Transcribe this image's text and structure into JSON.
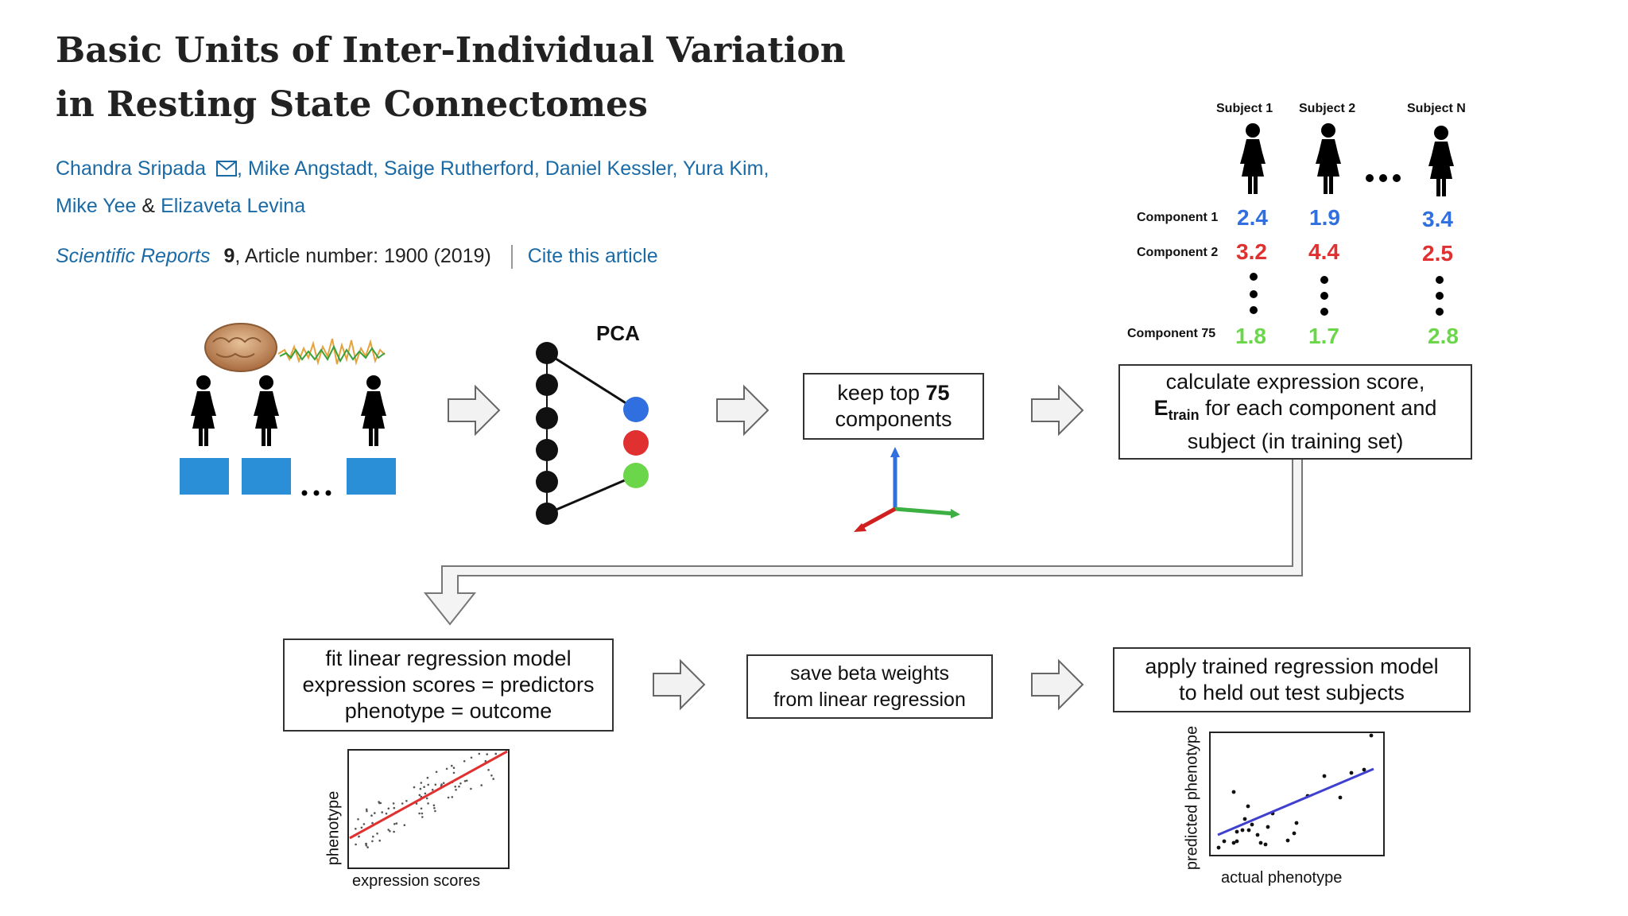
{
  "paper": {
    "title_line1": "Basic Units of Inter-Individual Variation",
    "title_line2": "in Resting State Connectomes",
    "authors": [
      "Chandra Sripada",
      "Mike Angstadt",
      "Saige Rutherford",
      "Daniel Kessler",
      "Yura Kim",
      "Mike Yee",
      "Elizaveta Levina"
    ],
    "author_sep": ",",
    "amp": "&",
    "journal": "Scientific Reports",
    "volume": "9",
    "article_number": ", Article number: 1900 (2019)",
    "cite_label": "Cite this article"
  },
  "pipeline": {
    "pca_label": "PCA",
    "ellipsis": "...",
    "keep_top_pre": "keep top ",
    "keep_top_num": "75",
    "keep_top_post": "components",
    "calc_line1": "calculate expression score,",
    "calc_E": "E",
    "calc_sub": "train",
    "calc_line2_rest": " for each component and",
    "calc_line3": "subject (in training set)",
    "fit_line1": "fit linear regression model",
    "fit_line2": "expression scores = predictors",
    "fit_line3": "phenotype = outcome",
    "save_line1": "save beta weights",
    "save_line2": "from linear regression",
    "apply_line1": "apply trained regression model",
    "apply_line2": "to held out test subjects"
  },
  "table": {
    "subjects": [
      "Subject 1",
      "Subject 2",
      "Subject N"
    ],
    "rows": [
      {
        "label": "Component 1",
        "values": [
          "2.4",
          "1.9",
          "3.4"
        ],
        "color": "#2f6fe0"
      },
      {
        "label": "Component 2",
        "values": [
          "3.2",
          "4.4",
          "2.5"
        ],
        "color": "#e03030"
      },
      {
        "label": "Component 75",
        "values": [
          "1.8",
          "1.7",
          "2.8"
        ],
        "color": "#6cd64a"
      }
    ]
  },
  "plots": {
    "left_xlabel": "expression scores",
    "left_ylabel": "phenotype",
    "right_xlabel": "actual phenotype",
    "right_ylabel": "predicted phenotype",
    "left_line_color": "#e03030",
    "right_line_color": "#4040d0"
  },
  "colors": {
    "node_blue": "#2f6fe0",
    "node_red": "#e03030",
    "node_green": "#6cd64a",
    "link": "#1a6aa6"
  }
}
